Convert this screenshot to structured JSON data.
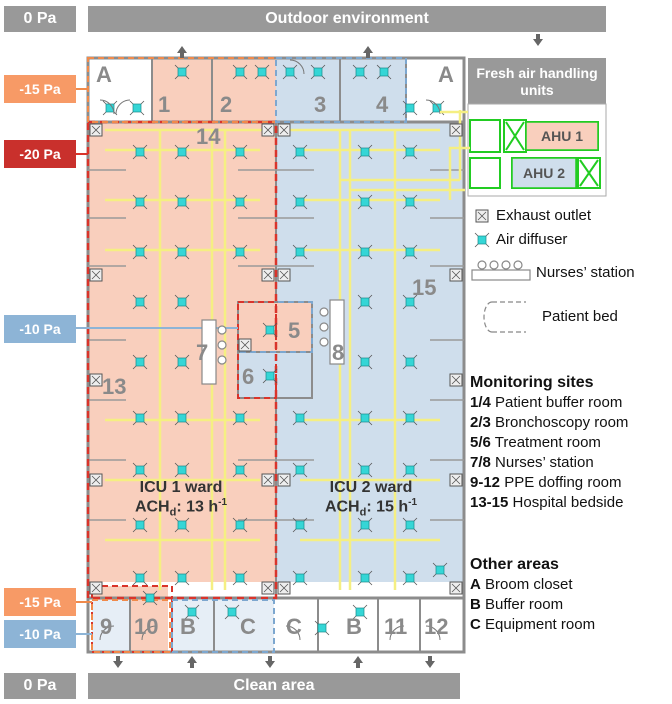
{
  "top_bar": {
    "pressure": "0 Pa",
    "label": "Outdoor environment"
  },
  "bottom_bar": {
    "pressure": "0 Pa",
    "label": "Clean area"
  },
  "pressures": {
    "buffer_top": "-15 Pa",
    "icu1": "-20 Pa",
    "treatment": "-10 Pa",
    "doff_9": "-15 Pa",
    "doff_10": "-10 Pa"
  },
  "ahu_panel": {
    "title": "Fresh air handling units",
    "ahu1": "AHU 1",
    "ahu2": "AHU 2"
  },
  "legend": {
    "exhaust": "Exhaust outlet",
    "diffuser": "Air diffuser",
    "nurses": "Nurses’ station",
    "bed": "Patient bed"
  },
  "wards": {
    "icu1_name": "ICU 1 ward",
    "icu1_ach_prefix": "ACH",
    "icu1_ach_sub": "d",
    "icu1_ach_value": ": 13 h",
    "icu1_ach_sup": "-1",
    "icu2_name": "ICU 2 ward",
    "icu2_ach_prefix": "ACH",
    "icu2_ach_sub": "d",
    "icu2_ach_value": ": 15 h",
    "icu2_ach_sup": "-1"
  },
  "room_numbers": {
    "r1": "1",
    "r2": "2",
    "r3": "3",
    "r4": "4",
    "r5": "5",
    "r6": "6",
    "r7": "7",
    "r8": "8",
    "r9": "9",
    "r10": "10",
    "r11": "11",
    "r12": "12",
    "r13": "13",
    "r14": "14",
    "r15": "15",
    "a_left": "A",
    "a_right": "A",
    "b_left": "B",
    "b_right": "B",
    "c_left": "C",
    "c_right": "C"
  },
  "monitoring": {
    "title": "Monitoring sites",
    "items": [
      {
        "code": "1/4",
        "text": "Patient buffer room"
      },
      {
        "code": "2/3",
        "text": "Bronchoscopy room"
      },
      {
        "code": "5/6",
        "text": "Treatment room"
      },
      {
        "code": "7/8",
        "text": "Nurses’ station"
      },
      {
        "code": "9-12",
        "text": "PPE doffing room"
      },
      {
        "code": "13-15",
        "text": "Hospital bedside"
      }
    ]
  },
  "other_areas": {
    "title": "Other areas",
    "items": [
      {
        "code": "A",
        "text": "Broom closet"
      },
      {
        "code": "B",
        "text": "Buffer room"
      },
      {
        "code": "C",
        "text": "Equipment room"
      }
    ]
  },
  "colors": {
    "icu1_fill": "#f9cfbd",
    "icu2_fill": "#cfdeec",
    "duct": "#f5ef82",
    "ahu_green": "#22cc22",
    "diffuser": "#35d6d6",
    "wall": "#8c8c8c",
    "red_dash": "#d9342b",
    "orange_dash": "#f08a4b",
    "blue_dash": "#7da7cf"
  }
}
